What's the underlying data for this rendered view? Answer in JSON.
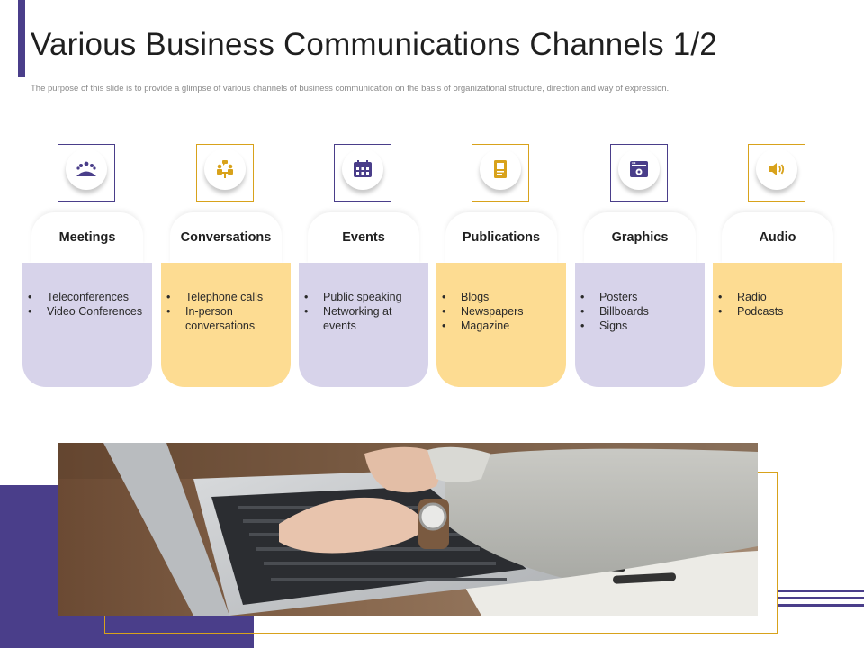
{
  "slide": {
    "title": "Various Business Communications Channels 1/2",
    "subtitle": "The purpose of this slide is to provide a glimpse of various channels of business communication on the basis of organizational structure, direction and way of expression."
  },
  "channels": [
    {
      "name": "Meetings",
      "icon": "people-group-icon",
      "items": [
        "Teleconferences",
        "Video Conferences"
      ]
    },
    {
      "name": "Conversations",
      "icon": "conversation-icon",
      "items": [
        "Telephone calls",
        "In-person conversations"
      ]
    },
    {
      "name": "Events",
      "icon": "calendar-icon",
      "items": [
        "Public speaking",
        "Networking at events"
      ]
    },
    {
      "name": "Publications",
      "icon": "book-icon",
      "items": [
        "Blogs",
        "Newspapers",
        "Magazine"
      ]
    },
    {
      "name": "Graphics",
      "icon": "graphics-window-icon",
      "items": [
        "Posters",
        "Billboards",
        "Signs"
      ]
    },
    {
      "name": "Audio",
      "icon": "speaker-icon",
      "items": [
        "Radio",
        "Podcasts"
      ]
    }
  ],
  "colors": {
    "purple": "#4a3e8a",
    "lavender": "#d7d3ea",
    "gold": "#d8a21b",
    "light_gold": "#fddc92"
  }
}
